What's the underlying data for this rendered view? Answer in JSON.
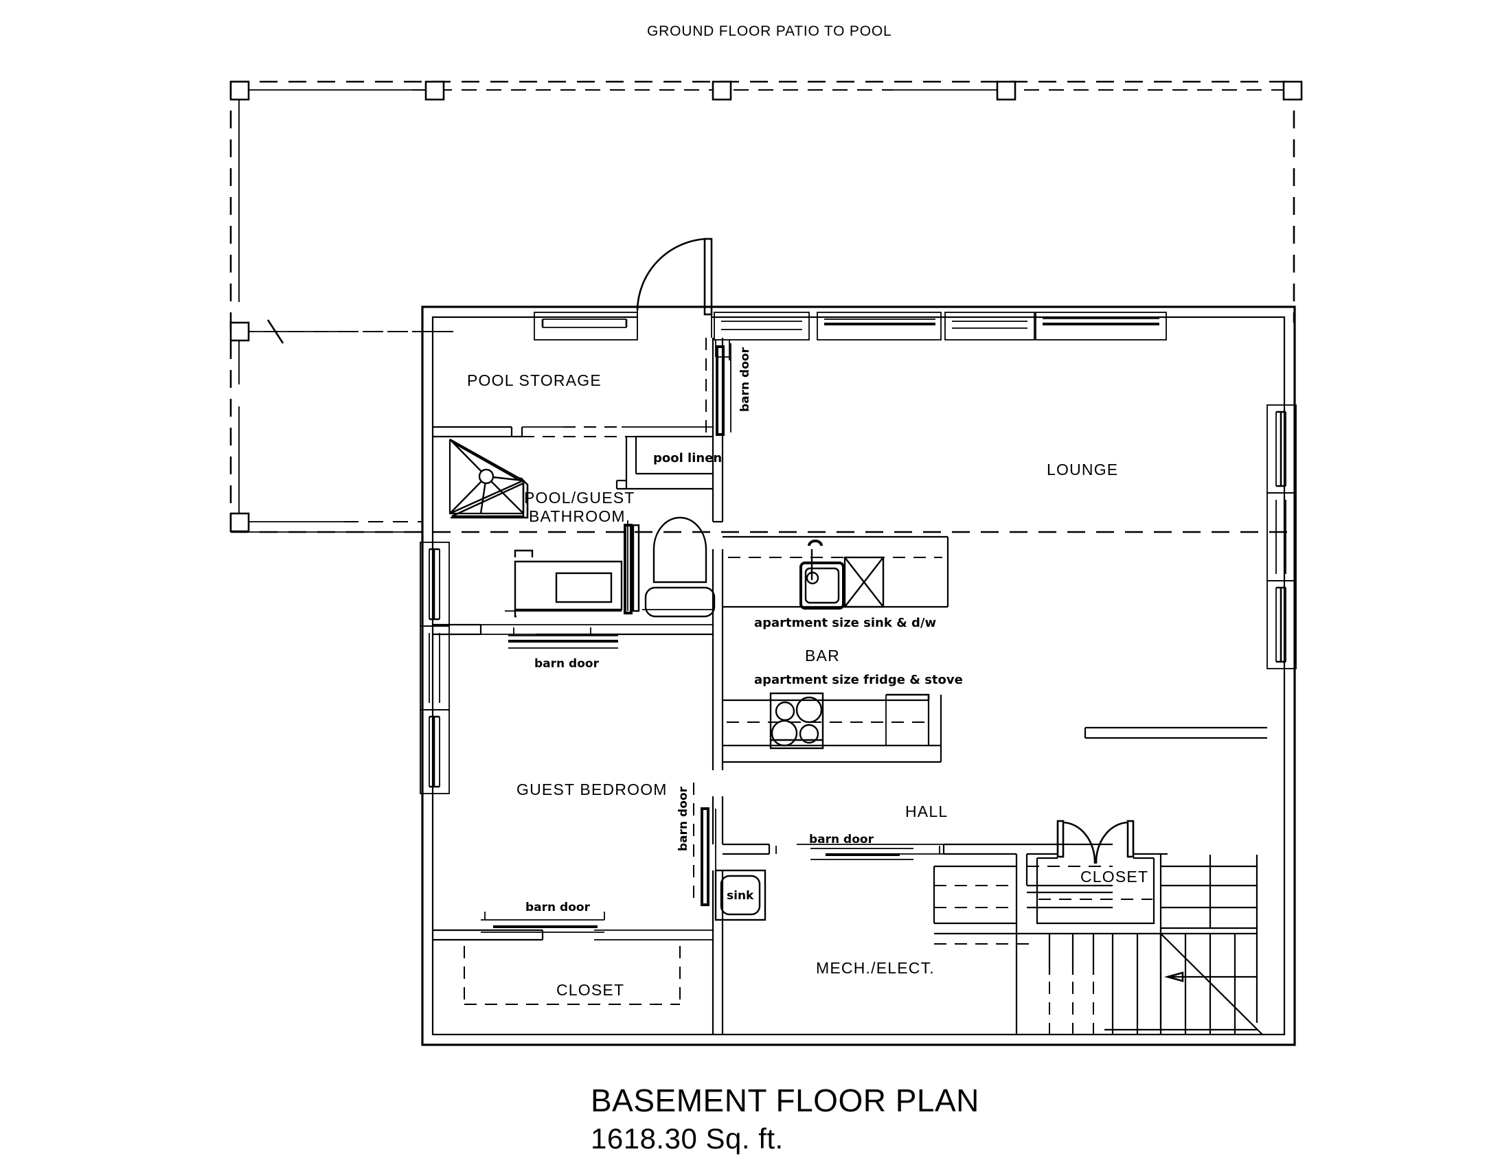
{
  "drawing": {
    "top_note": "GROUND FLOOR PATIO TO POOL",
    "title": "BASEMENT FLOOR PLAN",
    "area": "1618.30 Sq. ft.",
    "line_color": "#000000",
    "background_color": "#ffffff"
  },
  "rooms": [
    {
      "id": "pool-storage",
      "label": "POOL STORAGE"
    },
    {
      "id": "pool-guest-bath-1",
      "label": "POOL/GUEST"
    },
    {
      "id": "pool-guest-bath-2",
      "label": "BATHROOM"
    },
    {
      "id": "guest-bedroom",
      "label": "GUEST BEDROOM"
    },
    {
      "id": "closet-bedroom",
      "label": "CLOSET"
    },
    {
      "id": "lounge",
      "label": "LOUNGE"
    },
    {
      "id": "bar",
      "label": "BAR"
    },
    {
      "id": "hall",
      "label": "HALL"
    },
    {
      "id": "mech-elect",
      "label": "MECH./ELECT."
    },
    {
      "id": "closet-hall",
      "label": "CLOSET"
    }
  ],
  "annotations": {
    "pool_linen": "pool linen",
    "sink": "sink",
    "sink_dw": "apartment size sink & d/w",
    "fridge_stove": "apartment size fridge & stove",
    "barn_door": "barn door"
  },
  "doors": [
    {
      "id": "entry-swing-door",
      "type": "swing",
      "label": ""
    },
    {
      "id": "closet-double-swing-left",
      "type": "swing",
      "label": ""
    },
    {
      "id": "closet-double-swing-right",
      "type": "swing",
      "label": ""
    },
    {
      "id": "barn-door-pool-storage",
      "type": "barn",
      "label": "barn door"
    },
    {
      "id": "barn-door-bathroom",
      "type": "barn",
      "label": "barn door"
    },
    {
      "id": "barn-door-bedroom-hall",
      "type": "barn",
      "label": "barn door"
    },
    {
      "id": "barn-door-bedroom-closet",
      "type": "barn",
      "label": "barn door"
    },
    {
      "id": "barn-door-mech",
      "type": "barn",
      "label": "barn door"
    }
  ],
  "fixtures": [
    {
      "id": "corner-shower",
      "name": "corner-shower"
    },
    {
      "id": "toilet",
      "name": "toilet"
    },
    {
      "id": "vanity-sink",
      "name": "vanity-sink"
    },
    {
      "id": "bar-sink",
      "name": "bar-sink"
    },
    {
      "id": "dishwasher",
      "name": "dishwasher"
    },
    {
      "id": "cooktop",
      "name": "cooktop-4-burner"
    },
    {
      "id": "refrigerator",
      "name": "refrigerator"
    },
    {
      "id": "utility-sink",
      "name": "utility-sink"
    },
    {
      "id": "stair-run",
      "name": "stair-run"
    }
  ]
}
